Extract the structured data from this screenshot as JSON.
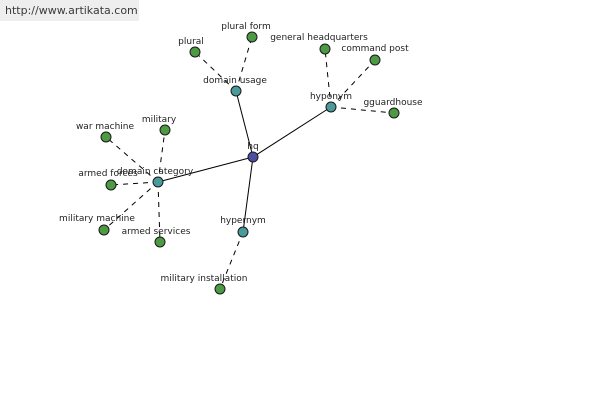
{
  "watermark": "http://www.artikata.com",
  "colors": {
    "root": "#4a4ea0",
    "relation": "#4a9a9a",
    "leaf": "#4e9a44"
  },
  "nodes": [
    {
      "id": "hq",
      "label": "hq",
      "kind": "root"
    },
    {
      "id": "domain-usage",
      "label": "domain usage",
      "kind": "relation"
    },
    {
      "id": "hyponym",
      "label": "hyponym",
      "kind": "relation"
    },
    {
      "id": "domain-category",
      "label": "domain category",
      "kind": "relation"
    },
    {
      "id": "hypernym",
      "label": "hypernym",
      "kind": "relation"
    },
    {
      "id": "plural",
      "label": "plural",
      "kind": "leaf"
    },
    {
      "id": "plural-form",
      "label": "plural form",
      "kind": "leaf"
    },
    {
      "id": "general-headquarters",
      "label": "general headquarters",
      "kind": "leaf"
    },
    {
      "id": "command-post",
      "label": "command post",
      "kind": "leaf"
    },
    {
      "id": "gguardhouse",
      "label": "gguardhouse",
      "kind": "leaf"
    },
    {
      "id": "war-machine",
      "label": "war machine",
      "kind": "leaf"
    },
    {
      "id": "military",
      "label": "military",
      "kind": "leaf"
    },
    {
      "id": "armed-forces",
      "label": "armed forces",
      "kind": "leaf"
    },
    {
      "id": "military-machine",
      "label": "military machine",
      "kind": "leaf"
    },
    {
      "id": "armed-services",
      "label": "armed services",
      "kind": "leaf"
    },
    {
      "id": "military-installation",
      "label": "military installation",
      "kind": "leaf"
    }
  ],
  "edges": [
    {
      "from": "hq",
      "to": "domain-usage",
      "style": "solid"
    },
    {
      "from": "hq",
      "to": "hyponym",
      "style": "solid"
    },
    {
      "from": "hq",
      "to": "domain-category",
      "style": "solid"
    },
    {
      "from": "hq",
      "to": "hypernym",
      "style": "solid"
    },
    {
      "from": "domain-usage",
      "to": "plural",
      "style": "dashed"
    },
    {
      "from": "domain-usage",
      "to": "plural-form",
      "style": "dashed"
    },
    {
      "from": "hyponym",
      "to": "general-headquarters",
      "style": "dashed"
    },
    {
      "from": "hyponym",
      "to": "command-post",
      "style": "dashed"
    },
    {
      "from": "hyponym",
      "to": "gguardhouse",
      "style": "dashed"
    },
    {
      "from": "domain-category",
      "to": "war-machine",
      "style": "dashed"
    },
    {
      "from": "domain-category",
      "to": "military",
      "style": "dashed"
    },
    {
      "from": "domain-category",
      "to": "armed-forces",
      "style": "dashed"
    },
    {
      "from": "domain-category",
      "to": "military-machine",
      "style": "dashed"
    },
    {
      "from": "domain-category",
      "to": "armed-services",
      "style": "dashed"
    },
    {
      "from": "hypernym",
      "to": "military-installation",
      "style": "dashed"
    }
  ]
}
